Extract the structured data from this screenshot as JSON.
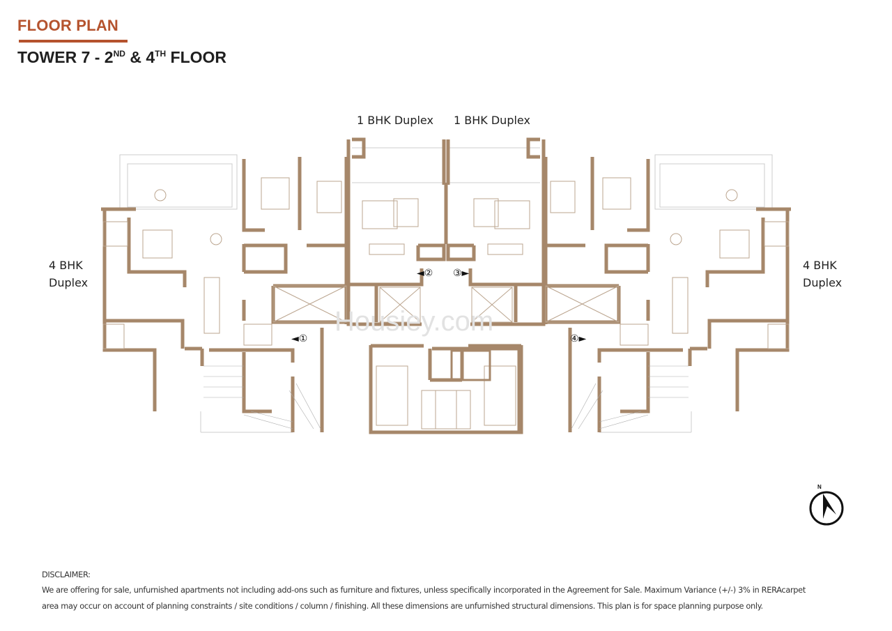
{
  "header": {
    "title": "FLOOR PLAN",
    "subtitle_prefix": "TOWER 7 - 2",
    "subtitle_sup1": "ND",
    "subtitle_mid": " & 4",
    "subtitle_sup2": "TH",
    "subtitle_suffix": " FLOOR"
  },
  "units": {
    "left": {
      "line1": "4 BHK",
      "line2": "Duplex"
    },
    "right": {
      "line1": "4 BHK",
      "line2": "Duplex"
    },
    "center_left": "1 BHK Duplex",
    "center_right": "1 BHK Duplex"
  },
  "entry_markers": [
    "◄①",
    "◄②",
    "③►",
    "④►"
  ],
  "compass": {
    "label": "N"
  },
  "watermark": "Housiey.com",
  "disclaimer": {
    "heading": "DISCLAIMER:",
    "line1": "We are offering for sale, unfurnished apartments not including add-ons such as furniture and fixtures, unless specifically incorporated in the Agreement for Sale. Maximum Variance (+/-) 3% in RERAcarpet",
    "line2": "area may occur on account of planning constraints / site conditions / column / finishing. All these dimensions are unfurnished structural dimensions. This plan is for space planning purpose only."
  },
  "colors": {
    "accent": "#b5532e",
    "wall": "#a6876a",
    "text": "#1f1f1f"
  }
}
